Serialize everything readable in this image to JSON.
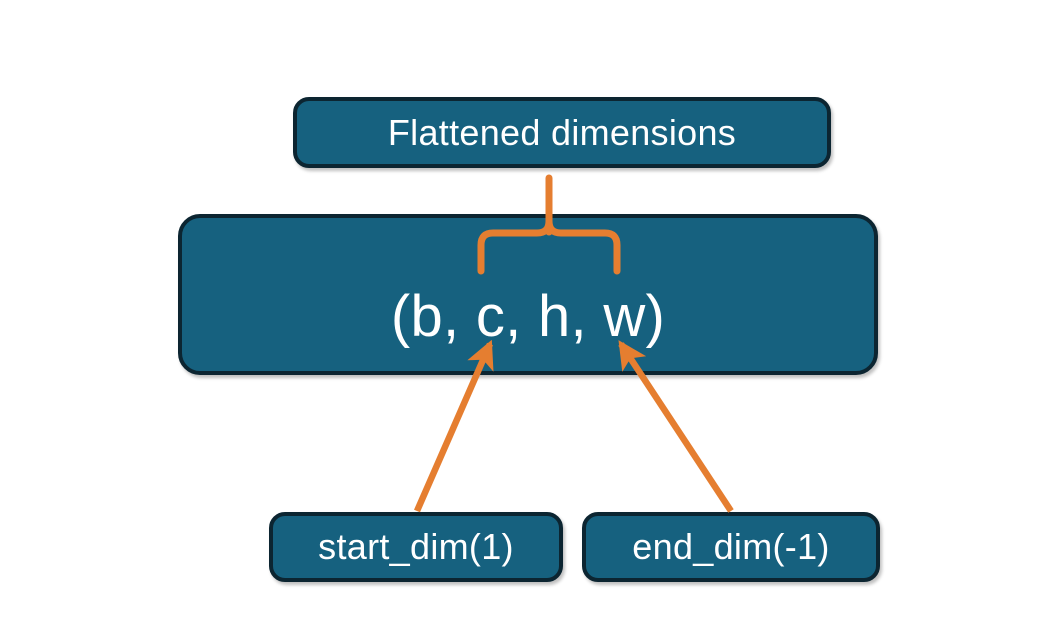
{
  "diagram": {
    "title": "PyTorch flatten start_dim / end_dim illustration",
    "background_color": "#ffffff",
    "node_fill_color": "#16617f",
    "node_border_color": "#0c2531",
    "node_text_color": "#ffffff",
    "connector_color": "#e57e30",
    "nodes": {
      "flattened": {
        "label": "Flattened dimensions",
        "role": "annotation-top"
      },
      "tuple": {
        "label": "(b, c, h, w)",
        "role": "tensor-shape",
        "dims": [
          "b",
          "c",
          "h",
          "w"
        ]
      },
      "start_dim": {
        "label": "start_dim(1)",
        "role": "argument",
        "value": "1"
      },
      "end_dim": {
        "label": "end_dim(-1)",
        "role": "argument",
        "value": "-1"
      }
    },
    "connectors": [
      {
        "name": "brace-over-flattened-dims",
        "type": "curly-brace",
        "from": "tuple-dims-c-to-w",
        "to": "flattened",
        "color": "#e57e30"
      },
      {
        "name": "arrow-start-dim",
        "type": "arrow",
        "from": "start_dim",
        "to": "tuple-dim-c",
        "color": "#e57e30"
      },
      {
        "name": "arrow-end-dim",
        "type": "arrow",
        "from": "end_dim",
        "to": "tuple-dim-w",
        "color": "#e57e30"
      }
    ]
  }
}
